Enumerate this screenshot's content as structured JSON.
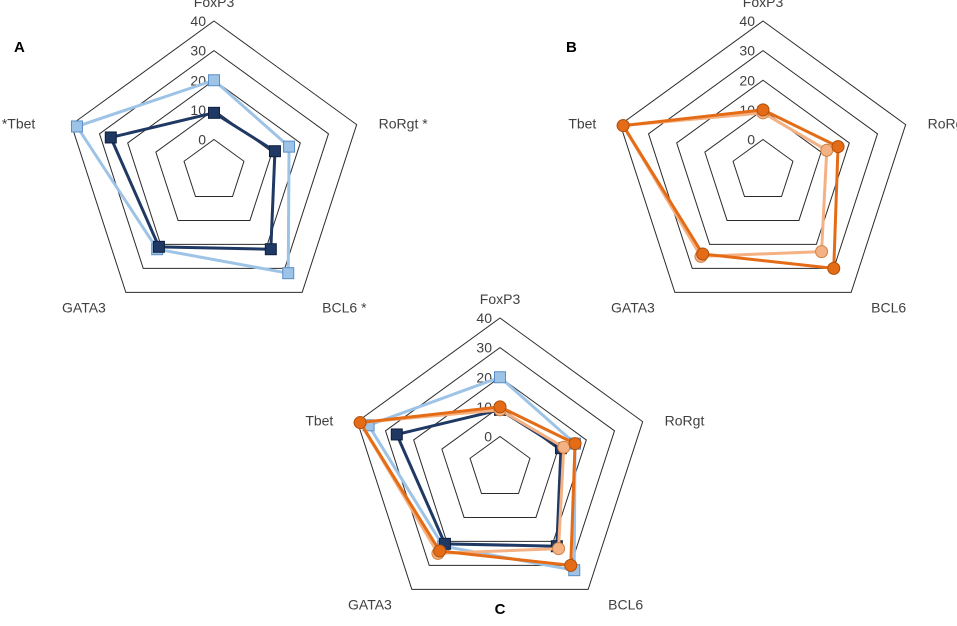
{
  "chart_data": [
    {
      "panel": "A",
      "type": "radar",
      "axes": [
        "FoxP3",
        "RoRgt",
        "BCL6",
        "GATA3",
        "Tbet"
      ],
      "axis_label_text": [
        "FoxP3",
        "RoRgt *",
        "BCL6 *",
        "GATA3",
        "*Tbet"
      ],
      "range": [
        0,
        40
      ],
      "ticks": [
        "0",
        "10",
        "20",
        "30",
        "40"
      ],
      "series": [
        {
          "color": "#9dc3e6",
          "marker": "square",
          "values": [
            20,
            16,
            32,
            22,
            38
          ]
        },
        {
          "color": "#1f3864",
          "marker": "square",
          "values": [
            9,
            11,
            22,
            21,
            26
          ]
        }
      ]
    },
    {
      "panel": "B",
      "type": "radar",
      "axes": [
        "FoxP3",
        "RoRgt",
        "BCL6",
        "GATA3",
        "Tbet"
      ],
      "axis_label_text": [
        "FoxP3",
        "RoRgt",
        "BCL6",
        "GATA3",
        "Tbet"
      ],
      "range": [
        0,
        40
      ],
      "ticks": [
        "0",
        "10",
        "20",
        "30",
        "40"
      ],
      "series": [
        {
          "color": "#f4b183",
          "marker": "circle",
          "values": [
            9,
            12,
            23,
            25,
            39
          ]
        },
        {
          "color": "#e46c17",
          "marker": "circle",
          "values": [
            10,
            16,
            30,
            24,
            39
          ]
        }
      ]
    },
    {
      "panel": "C",
      "type": "radar",
      "axes": [
        "FoxP3",
        "RoRgt",
        "BCL6",
        "GATA3",
        "Tbet"
      ],
      "axis_label_text": [
        "FoxP3",
        "RoRgt",
        "BCL6",
        "GATA3",
        "Tbet"
      ],
      "range": [
        0,
        40
      ],
      "ticks": [
        "0",
        "10",
        "20",
        "30",
        "40"
      ],
      "series": [
        {
          "color": "#9dc3e6",
          "marker": "square",
          "values": [
            20,
            16,
            32,
            22,
            36
          ]
        },
        {
          "color": "#1f3864",
          "marker": "square",
          "values": [
            9,
            11,
            22,
            21,
            26
          ]
        },
        {
          "color": "#f4b183",
          "marker": "circle",
          "values": [
            9,
            12,
            23,
            25,
            39
          ]
        },
        {
          "color": "#e46c17",
          "marker": "circle",
          "values": [
            10,
            16,
            30,
            24,
            39
          ]
        }
      ]
    }
  ]
}
